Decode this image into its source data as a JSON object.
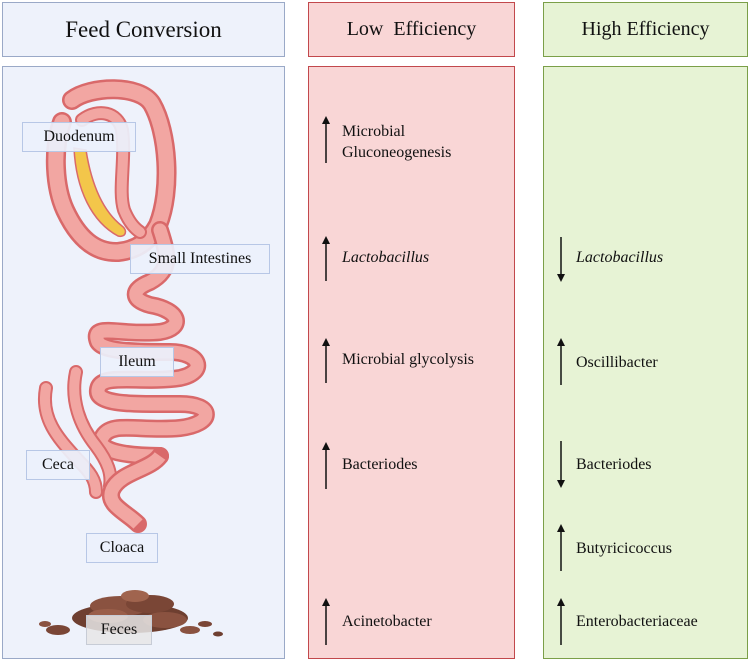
{
  "headers": {
    "feed_conversion": "Feed Conversion",
    "low_efficiency": "Low  Efficiency",
    "high_efficiency": "High Efficiency"
  },
  "anatomy_labels": {
    "duodenum": "Duodenum",
    "small_intestines": "Small Intestines",
    "ileum": "Ileum",
    "ceca": "Ceca",
    "cloaca": "Cloaca",
    "feces": "Feces"
  },
  "low_efficiency_items": [
    {
      "line1": "Microbial",
      "line2": "Gluconeogenesis",
      "direction": "up"
    },
    {
      "text": "Lactobacillus",
      "direction": "up",
      "italic": true
    },
    {
      "text": "Microbial glycolysis",
      "direction": "up"
    },
    {
      "text": "Bacteriodes",
      "direction": "up"
    },
    {
      "text": "Acinetobacter",
      "direction": "up"
    }
  ],
  "high_efficiency_items": [
    {
      "text": "Lactobacillus",
      "direction": "down",
      "italic": true
    },
    {
      "text": "Oscillibacter",
      "direction": "up"
    },
    {
      "text": "Bacteriodes",
      "direction": "down"
    },
    {
      "text": "Butyricicoccus",
      "direction": "up"
    },
    {
      "text": "Enterobacteriaceae",
      "direction": "up"
    }
  ],
  "colors": {
    "blue_panel": "#eef2fb",
    "red_panel": "#f9d6d6",
    "green_panel": "#e7f3d5",
    "gut_outline": "#d9696a",
    "gut_fill": "#f2a6a2",
    "gizzard_fill": "#f3c64a",
    "feces": "#7a4a3a"
  }
}
